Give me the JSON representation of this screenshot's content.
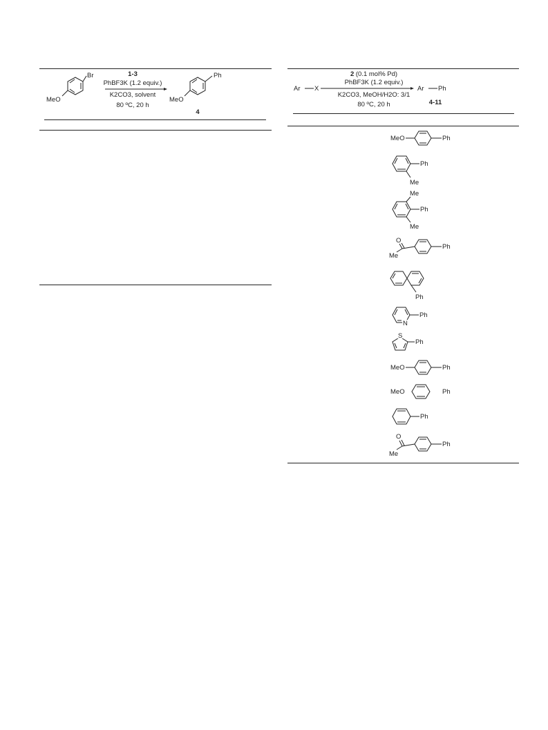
{
  "left_table": {
    "reactant_substituent": "Br",
    "reactant_group": "MeO",
    "catalyst": "1-3",
    "reagent": "PhBF3K (1.2 equiv.)",
    "base": "K2CO3, solvent",
    "conditions": "80 ºC, 20 h",
    "product_substituent": "Ph",
    "product_group": "MeO",
    "product_number": "4"
  },
  "right_table": {
    "reactant": "Ar",
    "leaving_group": "X",
    "catalyst_num": "2",
    "catalyst_rest": " (0.1 mol% Pd)",
    "reagent": "PhBF3K (1.2 equiv.)",
    "base": "K2CO3, MeOH/H2O: 3/1",
    "conditions": "80 ºC, 20 h",
    "product_ar": "Ar",
    "product_ph": "Ph",
    "product_range": "4-11",
    "products": [
      {
        "left": "MeO",
        "right": "Ph"
      },
      {
        "sub_top": "",
        "right": "Ph",
        "sub_bottom": "Me"
      },
      {
        "sub_top": "Me",
        "right": "Ph",
        "sub_bottom": "Me"
      },
      {
        "o": "O",
        "me": "Me",
        "right": "Ph"
      },
      {
        "bottom": "Ph"
      },
      {
        "hetero": "N",
        "right": "Ph"
      },
      {
        "hetero": "S",
        "right": "Ph"
      },
      {
        "left": "MeO",
        "right": "Ph"
      },
      {
        "left": "MeO",
        "right": "Ph"
      },
      {
        "right": "Ph"
      },
      {
        "o": "O",
        "me": "Me",
        "right": "Ph"
      }
    ]
  }
}
